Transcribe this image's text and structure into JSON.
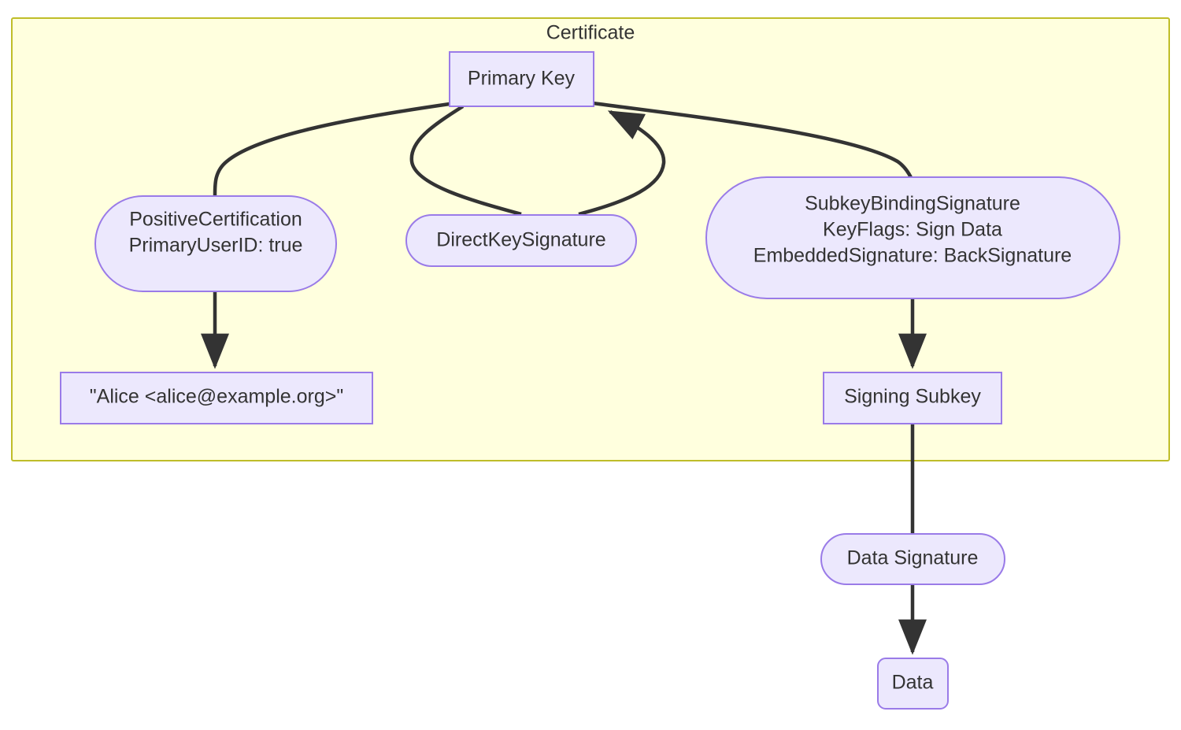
{
  "diagram": {
    "type": "flowchart",
    "title_visible": false,
    "background": "#ffffff",
    "cluster": {
      "label": "Certificate",
      "fill": "#FFFFDE",
      "stroke": "#BFBD29"
    },
    "node_style": {
      "fill": "#ECE8FD",
      "stroke": "#9A7BE8",
      "text": "#333333"
    },
    "edge_color": "#333333",
    "nodes": [
      {
        "id": "primary_key",
        "label": "Primary Key",
        "shape": "rect",
        "lines": [
          "Primary Key"
        ]
      },
      {
        "id": "positive_certification",
        "label": "PositiveCertification PrimaryUserID: true",
        "shape": "stadium",
        "lines": [
          "PositiveCertification",
          "PrimaryUserID: true"
        ]
      },
      {
        "id": "direct_key_signature",
        "label": "DirectKeySignature",
        "shape": "stadium",
        "lines": [
          "DirectKeySignature"
        ]
      },
      {
        "id": "subkey_binding_signature",
        "label": "SubkeyBindingSignature KeyFlags: Sign Data EmbeddedSignature: BackSignature",
        "shape": "stadium",
        "lines": [
          "SubkeyBindingSignature",
          "KeyFlags: Sign Data",
          "EmbeddedSignature: BackSignature"
        ]
      },
      {
        "id": "user_id",
        "label": "\"Alice <alice@example.org>\"",
        "shape": "rect",
        "lines": [
          "\"Alice <alice@example.org>\""
        ]
      },
      {
        "id": "signing_subkey",
        "label": "Signing Subkey",
        "shape": "rect",
        "lines": [
          "Signing Subkey"
        ]
      },
      {
        "id": "data_signature",
        "label": "Data Signature",
        "shape": "stadium",
        "lines": [
          "Data Signature"
        ]
      },
      {
        "id": "data",
        "label": "Data",
        "shape": "rounded-rect",
        "lines": [
          "Data"
        ]
      }
    ],
    "edges": [
      {
        "from": "primary_key",
        "to": "positive_certification",
        "arrow": false
      },
      {
        "from": "primary_key",
        "to": "direct_key_signature",
        "arrow": false
      },
      {
        "from": "direct_key_signature",
        "to": "primary_key",
        "arrow": true
      },
      {
        "from": "primary_key",
        "to": "subkey_binding_signature",
        "arrow": false
      },
      {
        "from": "positive_certification",
        "to": "user_id",
        "arrow": true
      },
      {
        "from": "subkey_binding_signature",
        "to": "signing_subkey",
        "arrow": true
      },
      {
        "from": "signing_subkey",
        "to": "data_signature",
        "arrow": false
      },
      {
        "from": "data_signature",
        "to": "data",
        "arrow": true
      }
    ]
  }
}
